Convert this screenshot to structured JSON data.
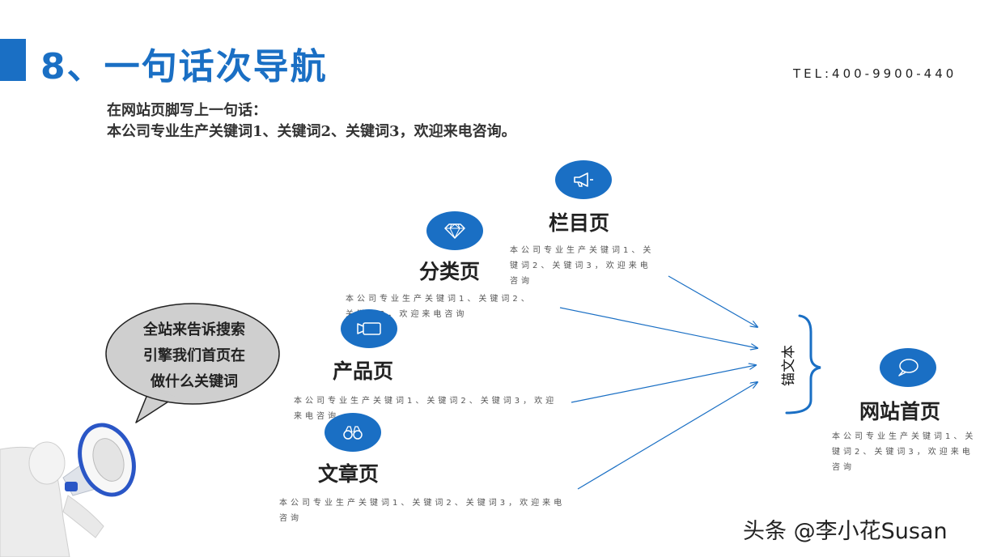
{
  "header": {
    "title": "8、一句话次导航",
    "tel": "TEL:400-9900-440"
  },
  "intro": {
    "line1": "在网站页脚写上一句话：",
    "line2": "本公司专业生产关键词1、关键词2、关键词3，欢迎来电咨询。"
  },
  "nodes": {
    "column": {
      "title": "栏目页",
      "desc": "本公司专业生产关键词1、关键词2、关键词3，欢迎来电咨询",
      "icon": "megaphone-icon"
    },
    "category": {
      "title": "分类页",
      "desc": "本公司专业生产关键词1、关键词2、关键词3，欢迎来电咨询",
      "icon": "diamond-icon"
    },
    "product": {
      "title": "产品页",
      "desc": "本公司专业生产关键词1、关键词2、关键词3，欢迎来电咨询",
      "icon": "video-camera-icon"
    },
    "article": {
      "title": "文章页",
      "desc": "本公司专业生产关键词1、关键词2、关键词3，欢迎来电咨询",
      "icon": "binoculars-icon"
    },
    "home": {
      "title": "网站首页",
      "desc": "本公司专业生产关键词1、关键词2、关键词3，欢迎来电咨询",
      "icon": "speech-bubble-icon"
    }
  },
  "anchor_label": "锚文本",
  "bubble": {
    "line1": "全站来告诉搜索",
    "line2": "引擎我们首页在",
    "line3": "做什么关键词"
  },
  "colors": {
    "accent": "#1a6fc4",
    "bubble_fill": "#cfcfcf"
  },
  "watermark": "头条 @李小花Susan"
}
